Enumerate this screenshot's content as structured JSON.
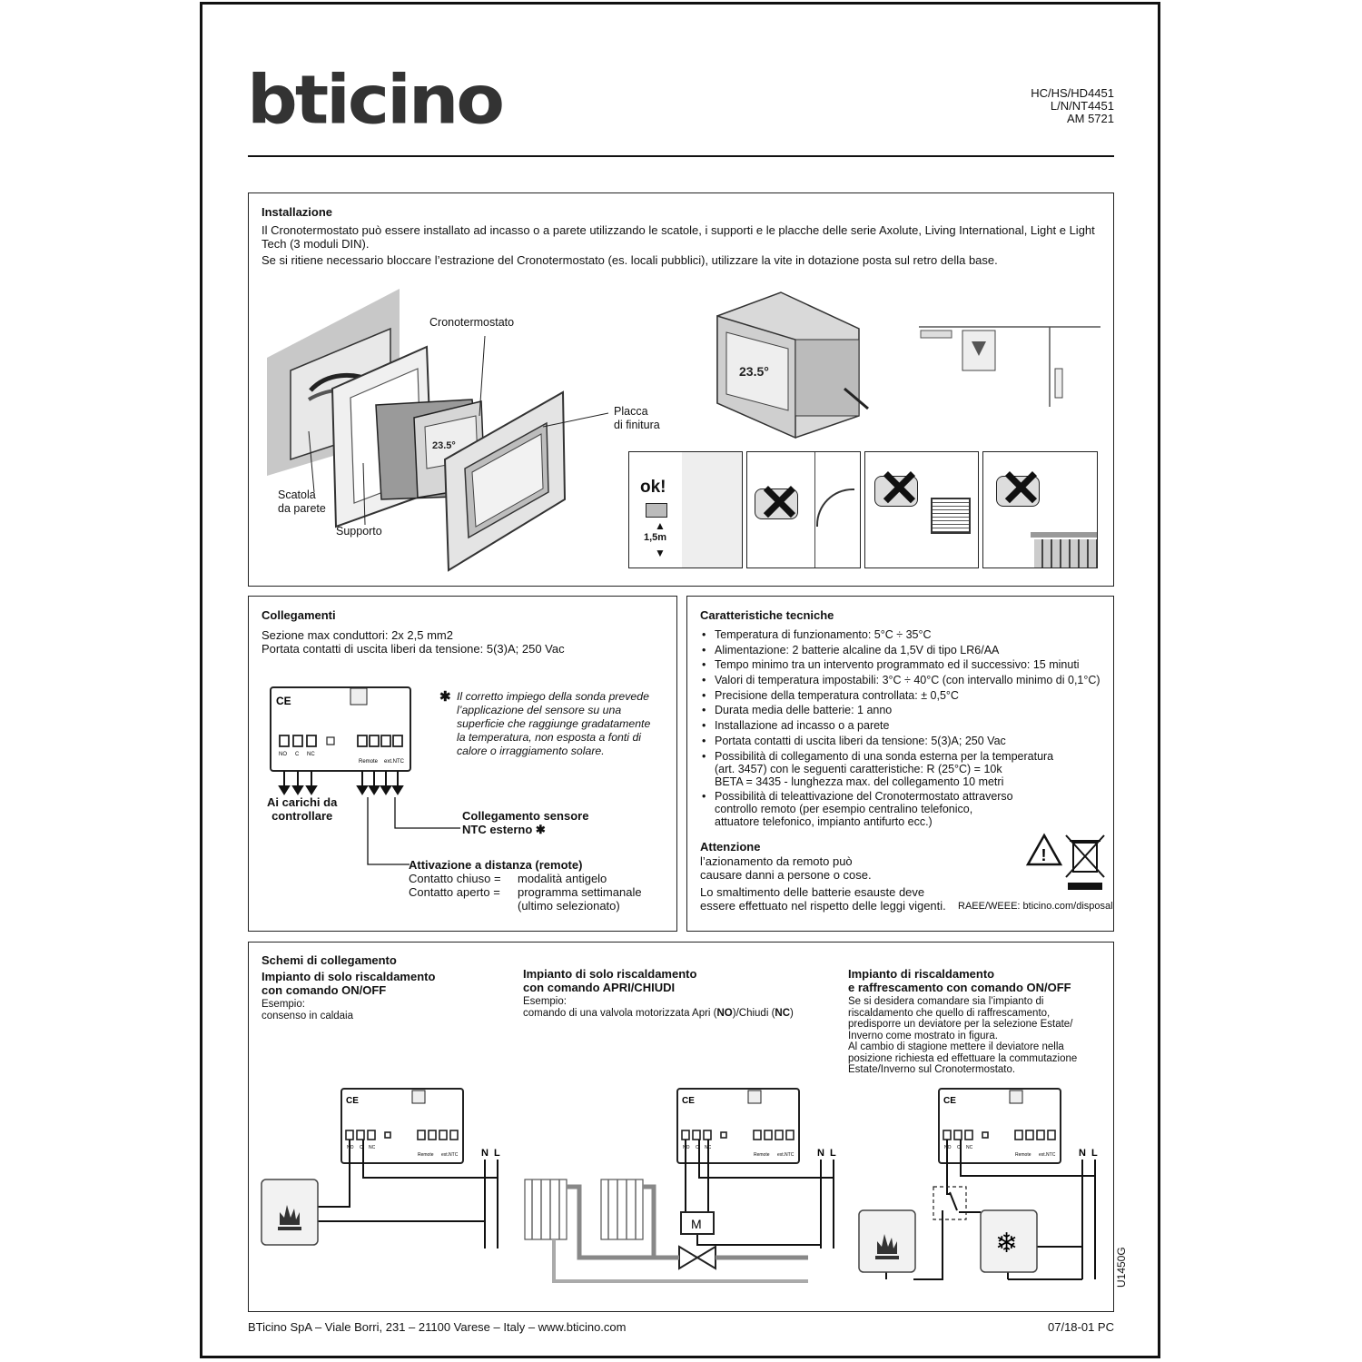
{
  "brand": {
    "logo": "bticino"
  },
  "header": {
    "codes": [
      "HC/HS/HD4451",
      "L/N/NT4451",
      "AM 5721"
    ]
  },
  "installazione": {
    "title": "Installazione",
    "p1": "Il Cronotermostato può essere installato ad incasso o a parete utilizzando le scatole, i supporti e le placche delle serie  Axolute, Living International, Light e Light Tech (3 moduli DIN).",
    "p2": "Se si ritiene necessario bloccare l’estrazione del Cronotermostato (es. locali pubblici), utilizzare la vite in dotazione posta sul retro della base.",
    "labels": {
      "cronotermostato": "Cronotermostato",
      "placca_1": "Placca",
      "placca_2": "di finitura",
      "scatola_1": "Scatola",
      "scatola_2": "da parete",
      "supporto": "Supporto",
      "ok": "ok!",
      "height": "1,5m",
      "display": "23.5°"
    }
  },
  "collegamenti": {
    "title": "Collegamenti",
    "line1": "Sezione max conduttori: 2x 2,5 mm2",
    "line2": "Portata contatti di uscita liberi da tensione: 5(3)A; 250 Vac",
    "note": [
      "Il corretto impiego della sonda prevede",
      "l’applicazione del sensore su una",
      "superficie che raggiunge gradatamente",
      "la temperatura, non esposta a fonti di",
      "calore o irraggiamento solare."
    ],
    "terminals": {
      "no": "NO",
      "c": "C",
      "nc": "NC",
      "remote": "Remote",
      "ntc": "ext.NTC",
      "ce": "CE"
    },
    "carichi": [
      "Ai carichi da",
      "controllare"
    ],
    "sensore": [
      "Collegamento sensore",
      "NTC esterno ✱"
    ],
    "remote_title": "Attivazione a distanza (remote)",
    "chiuso_k": "Contatto chiuso =",
    "chiuso_v": "modalità antigelo",
    "aperto_k": "Contatto aperto =",
    "aperto_v1": "programma settimanale",
    "aperto_v2": "(ultimo selezionato)"
  },
  "caratteristiche": {
    "title": "Caratteristiche tecniche",
    "items": [
      [
        "Temperatura di funzionamento: 5°C ÷ 35°C"
      ],
      [
        "Alimentazione: 2 batterie alcaline da 1,5V di tipo LR6/AA"
      ],
      [
        "Tempo minimo tra un intervento programmato ed il successivo: 15 minuti"
      ],
      [
        "Valori di temperatura impostabili: 3°C ÷ 40°C (con intervallo minimo di 0,1°C)"
      ],
      [
        "Precisione della temperatura controllata: ± 0,5°C"
      ],
      [
        "Durata media delle batterie: 1 anno"
      ],
      [
        "Installazione ad incasso o a parete"
      ],
      [
        "Portata contatti di uscita liberi da tensione: 5(3)A; 250 Vac"
      ],
      [
        "Possibilità di collegamento di una sonda esterna per la temperatura",
        "(art. 3457) con le seguenti caratteristiche: R (25°C) = 10k",
        "BETA = 3435 - lunghezza max. del collegamento 10 metri"
      ],
      [
        "Possibilità di teleattivazione del Cronotermostato attraverso",
        "controllo remoto (per esempio centralino telefonico,",
        "attuatore telefonico, impianto antifurto ecc.)"
      ]
    ],
    "attenzione_title": "Attenzione",
    "att1": "l’azionamento da remoto può",
    "att2": "causare danni a persone o cose.",
    "smalt1": "Lo smaltimento delle batterie esauste deve",
    "smalt2": "essere effettuato nel rispetto delle leggi vigenti.",
    "raee": "RAEE/WEEE: bticino.com/disposal"
  },
  "schemi": {
    "title": "Schemi di collegamento",
    "col1": {
      "h1": "Impianto di solo riscaldamento",
      "h2": "con comando ON/OFF",
      "s1": "Esempio:",
      "s2": "consenso in caldaia"
    },
    "col2": {
      "h1": "Impianto di solo riscaldamento",
      "h2": "con comando APRI/CHIUDI",
      "s1": "Esempio:",
      "s2a": "comando di una valvola motorizzata Apri (",
      "s2b": "NO",
      "s2c": ")/Chiudi (",
      "s2d": "NC",
      "s2e": ")"
    },
    "col3": {
      "h1": "Impianto di riscaldamento",
      "h2": "e raffrescamento con comando ON/OFF",
      "lines": [
        "Se si desidera comandare sia l’impianto di",
        "riscaldamento che quello di raffrescamento,",
        "predisporre un deviatore per la selezione Estate/",
        "Inverno come mostrato in figura.",
        "Al cambio di stagione mettere il deviatore nella",
        "posizione richiesta ed effettuare la commutazione",
        "Estate/Inverno sul Cronotermostato."
      ]
    },
    "n": "N",
    "l": "L",
    "m": "M"
  },
  "footer": {
    "address": "BTicino SpA – Viale Borri, 231 – 21100 Varese – Italy – www.bticino.com",
    "code": "07/18-01 PC",
    "doc": "U1450G"
  }
}
